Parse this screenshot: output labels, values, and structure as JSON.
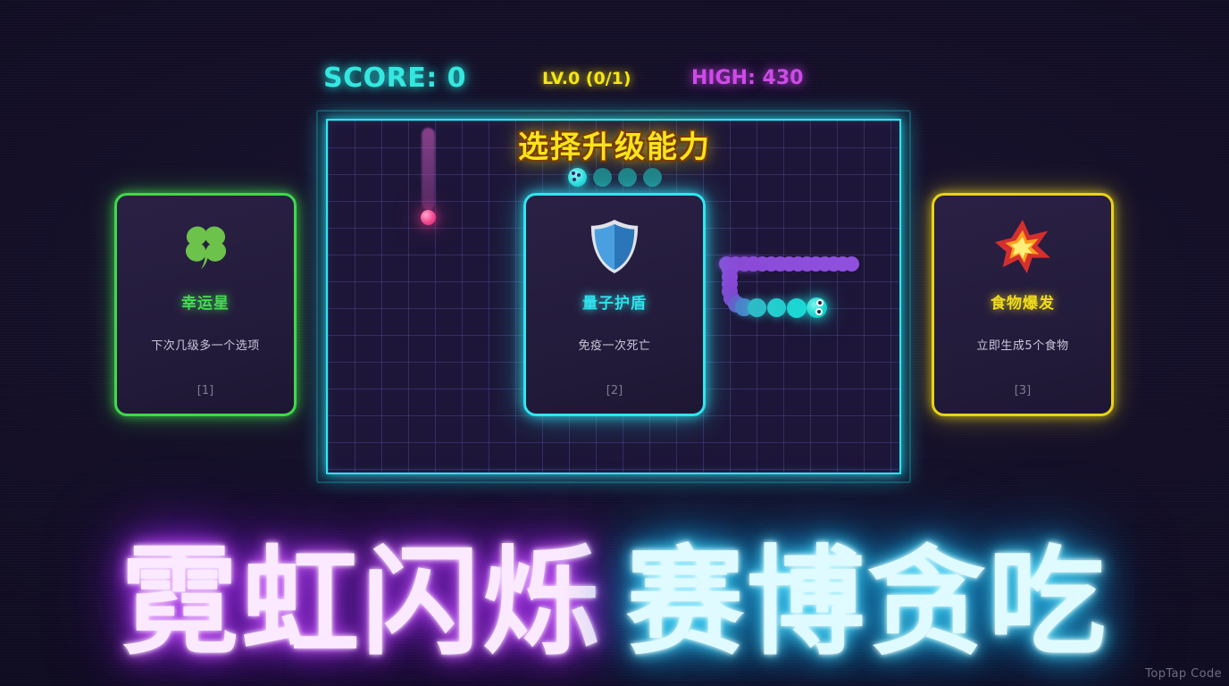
{
  "hud": {
    "score": "SCORE: 0",
    "level": "LV.0 (0/1)",
    "high": "HIGH: 430"
  },
  "overlay": {
    "title": "选择升级能力",
    "progress_dots": 4,
    "active_dot_index": 0
  },
  "cards": [
    {
      "icon": "clover-icon",
      "title": "幸运星",
      "desc": "下次几级多一个选项",
      "key": "[1]",
      "accent": "#3fd94a"
    },
    {
      "icon": "shield-icon",
      "title": "量子护盾",
      "desc": "免疫一次死亡",
      "key": "[2]",
      "accent": "#2fe6f0"
    },
    {
      "icon": "explosion-icon",
      "title": "食物爆发",
      "desc": "立即生成5个食物",
      "key": "[3]",
      "accent": "#e8d317"
    }
  ],
  "big_title": {
    "part_a": "霓虹闪烁",
    "part_b": "赛博贪吃"
  },
  "watermark": "TopTap Code"
}
